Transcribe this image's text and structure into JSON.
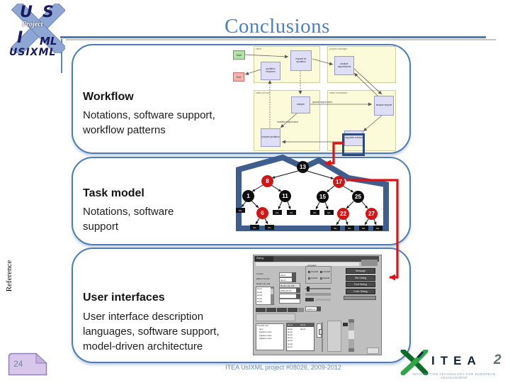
{
  "logo": {
    "u": "U",
    "s": "S",
    "i": "I",
    "ml": "ML",
    "project": "Project",
    "wordmark": "USIXML"
  },
  "header": {
    "title": "Conclusions"
  },
  "side_label": "Reference",
  "sections": [
    {
      "heading": "Workflow",
      "lines": [
        "Notations, software support,",
        "workflow patterns"
      ]
    },
    {
      "heading": "Task model",
      "lines": [
        "Notations, software",
        "support"
      ]
    },
    {
      "heading": "User interfaces",
      "lines": [
        "User interface description",
        "languages, software support,",
        "model-driven architecture"
      ]
    }
  ],
  "workflow": {
    "lanes": [
      "client",
      "project manager",
      "sales person",
      "sales consultant"
    ],
    "start": "Start",
    "end": "End",
    "nodes": [
      "request for quotation",
      "quotation response",
      "analyze requirements",
      "analyze",
      "analyze request",
      "prepare quotation",
      "negotiate solution"
    ],
    "edge_labels": [
      "special requirement",
      "modified requirement"
    ]
  },
  "tree": {
    "nil": "NIL",
    "nodes": [
      {
        "v": "13",
        "c": "black"
      },
      {
        "v": "8",
        "c": "red"
      },
      {
        "v": "17",
        "c": "red"
      },
      {
        "v": "1",
        "c": "black"
      },
      {
        "v": "11",
        "c": "black"
      },
      {
        "v": "15",
        "c": "black"
      },
      {
        "v": "25",
        "c": "black"
      },
      {
        "v": "6",
        "c": "red"
      },
      {
        "v": "22",
        "c": "red"
      },
      {
        "v": "27",
        "c": "red"
      }
    ]
  },
  "dialog": {
    "title": "Dialog",
    "labels": [
      "Combo",
      "Edited Combo",
      "Read-only edit"
    ],
    "values": [
      "Item1",
      "Item1",
      "Read-only edit",
      "2000-10-27"
    ],
    "group": {
      "title": "GroupBox",
      "checks": [
        "CheckB",
        "CheckB"
      ],
      "radios": [
        "RadioB",
        "RadioB"
      ]
    },
    "buttons": [
      "Message",
      "File Dialog",
      "Font Dialog",
      "Color Dialog"
    ],
    "combo2": "AppForm",
    "list_items": [
      "item1",
      "item2",
      "item3",
      "item4",
      "item5"
    ],
    "tree_items": [
      "TreeCtrl root",
      "Item",
      "AppForm Item",
      "AppForm Item",
      "AppForm Item"
    ],
    "table": {
      "headers": [
        "Item1",
        "Item2"
      ],
      "first_col2": "Item1",
      "rows": [
        "item1",
        "item2",
        "item3",
        "item4",
        "item5",
        "item6",
        "item7"
      ]
    }
  },
  "footer": {
    "page": "24",
    "text": "ITEA UsIXML project #08026, 2009-2012"
  },
  "itea": {
    "name": "ITEA",
    "two": "2",
    "caption": "INFORMATION TECHNOLOGY FOR EUROPEAN ADVANCEMENT"
  },
  "colors": {
    "accent_blue": "#4d7cb8",
    "title_blue": "#4d80c2",
    "red_arrow": "#de1212",
    "tree_outline": "#3f5e8e",
    "tree_red": "#d01616",
    "lane_yellow": "#fbfbda",
    "node_lavender": "#dedef6",
    "page_tab": "#d8c7ea",
    "itea_green": "#2fa64a"
  }
}
